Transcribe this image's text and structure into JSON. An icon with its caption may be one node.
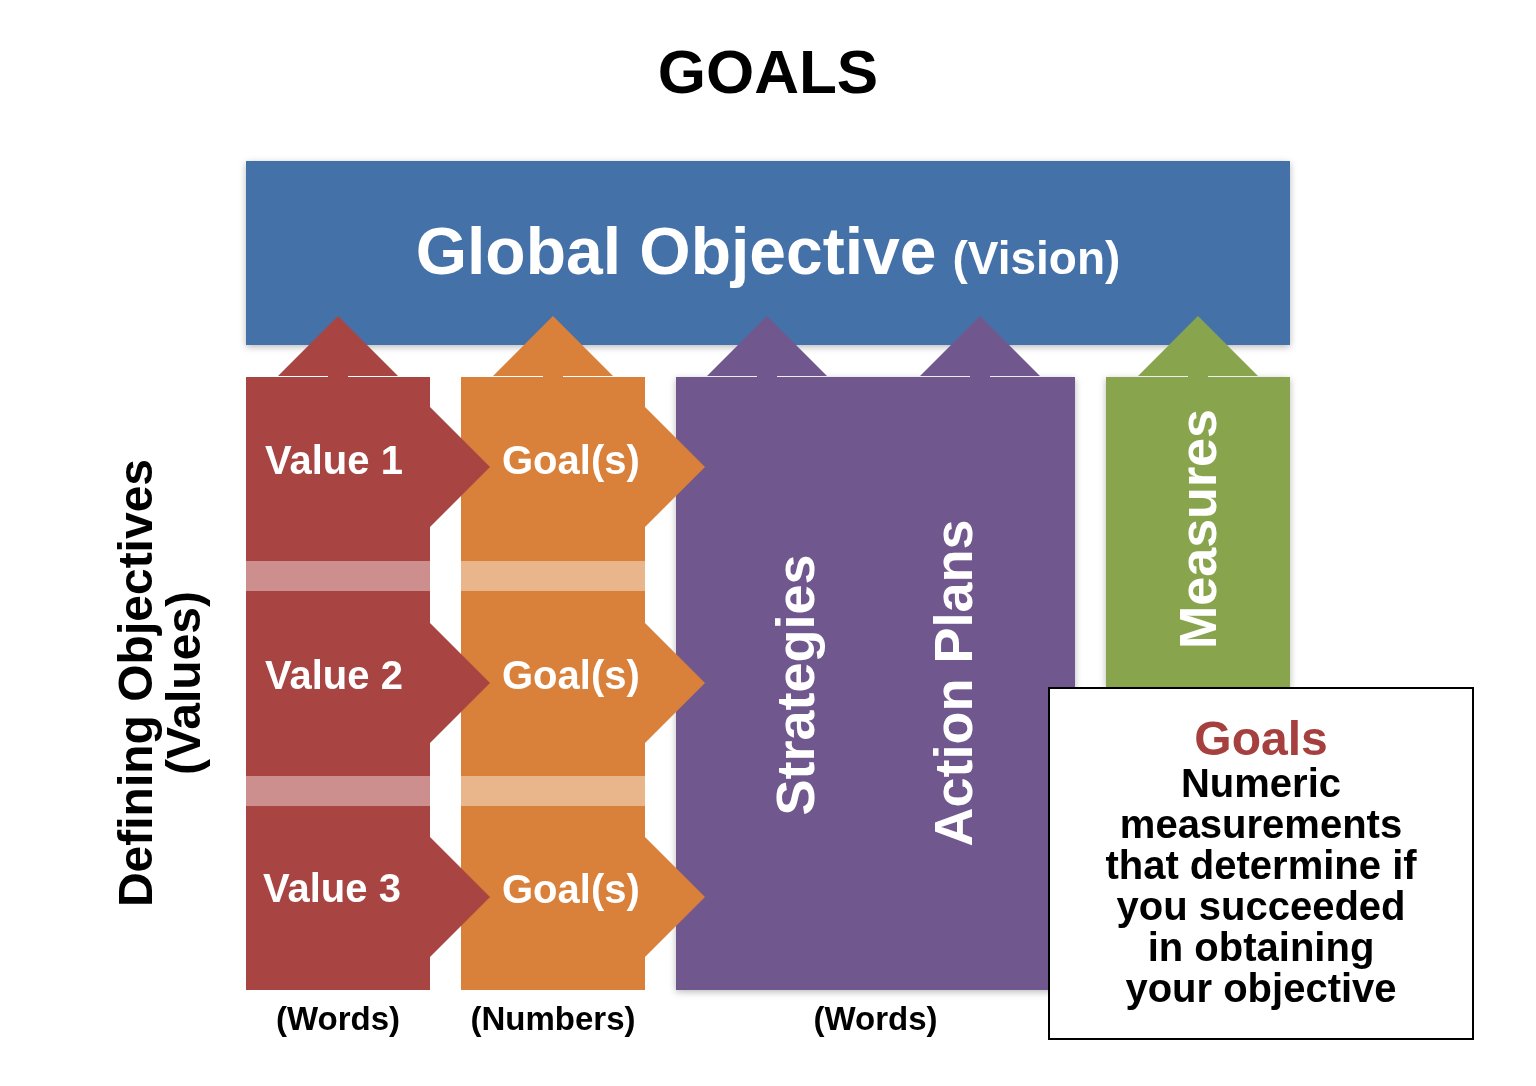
{
  "diagram": {
    "title": "GOALS",
    "nodes": [
      {
        "text": [
          "Global Objective",
          "(Vision)"
        ]
      },
      {
        "text": [
          "Value 1"
        ]
      },
      {
        "text": [
          "Value 2"
        ]
      },
      {
        "text": [
          "Value 3"
        ]
      },
      {
        "text": [
          "Goal(s)"
        ]
      },
      {
        "text": [
          "Goal(s)"
        ]
      },
      {
        "text": [
          "Goal(s)"
        ]
      },
      {
        "text": [
          "Strategies",
          "Action Plans"
        ],
        "beside": [
          "(Words)"
        ]
      },
      {
        "text": [
          "Measures"
        ]
      },
      {
        "text": [
          "Goals",
          "Numeric measurements that determine if you succeeded in obtaining your objective"
        ]
      }
    ],
    "edges": [
      {
        "from": 1,
        "to": 0,
        "arrow": "to"
      },
      {
        "from": 4,
        "to": 0,
        "arrow": "to"
      },
      {
        "from": 7,
        "to": 0,
        "arrow": "to"
      },
      {
        "from": 7,
        "to": 0,
        "arrow": "to"
      },
      {
        "from": 8,
        "to": 0,
        "arrow": "to",
        "color": "#88a54e"
      },
      {
        "from": 1,
        "to": 4,
        "arrow": "to"
      },
      {
        "from": 2,
        "to": 5,
        "arrow": "to"
      },
      {
        "from": 3,
        "to": 6,
        "arrow": "to"
      },
      {
        "from": 4,
        "to": 7,
        "arrow": "to"
      },
      {
        "from": 5,
        "to": 7,
        "arrow": "to"
      },
      {
        "from": 6,
        "to": 7,
        "arrow": "to"
      }
    ],
    "labels": [
      "Defining Objectives (Values)",
      "(Words)",
      "(Numbers)"
    ]
  }
}
